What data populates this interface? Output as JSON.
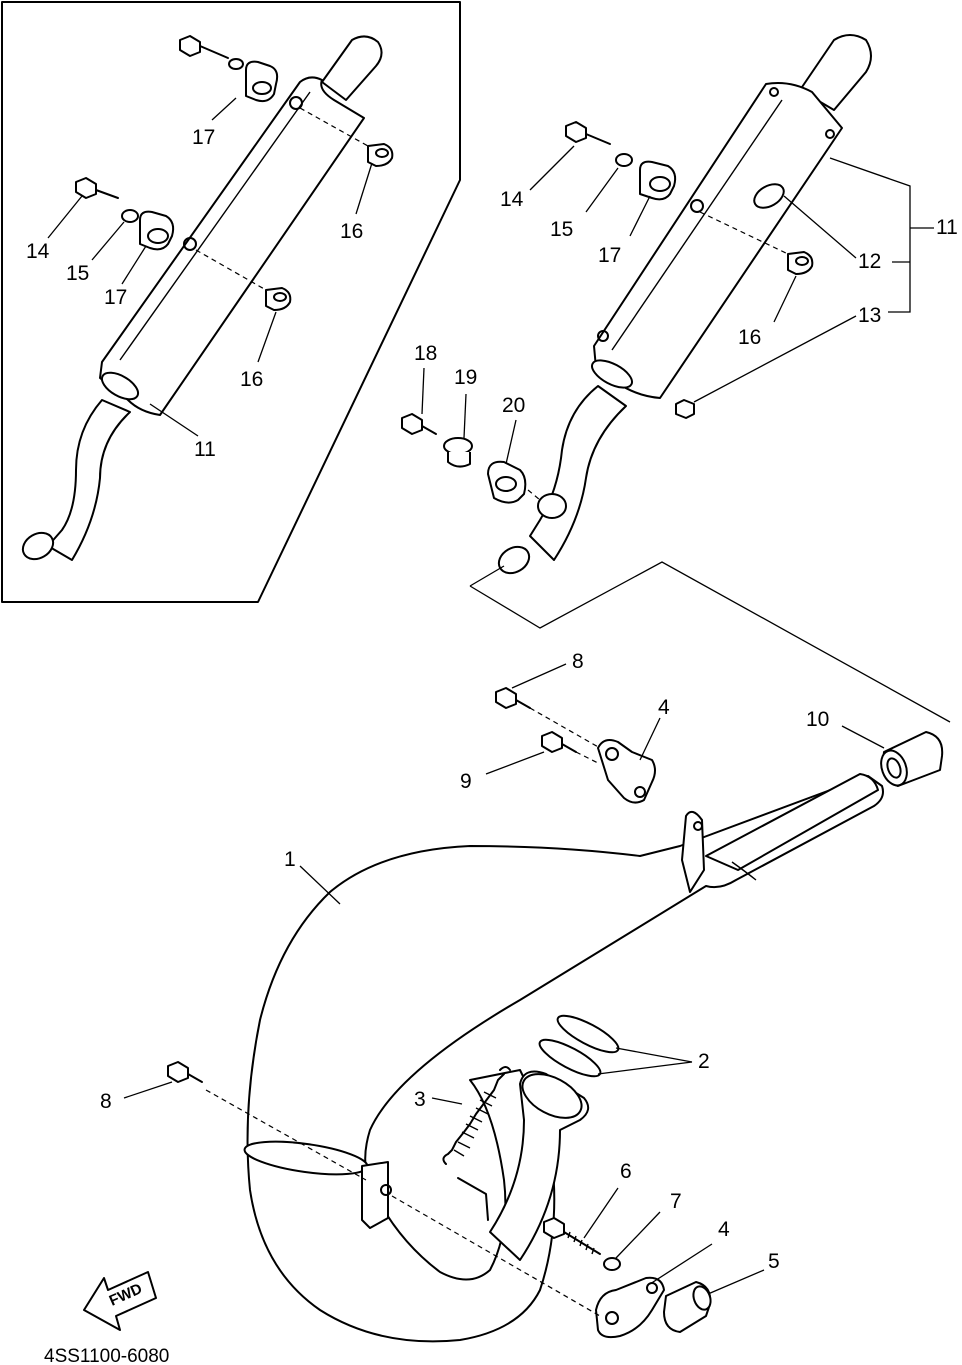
{
  "drawing_code": "4SS1100-6080",
  "fwd_label": "FWD",
  "callouts": {
    "c1": "1",
    "c2": "2",
    "c3": "3",
    "c4a": "4",
    "c4b": "4",
    "c5": "5",
    "c6": "6",
    "c7": "7",
    "c8a": "8",
    "c8b": "8",
    "c9": "9",
    "c10": "10",
    "c11a": "11",
    "c11b": "11",
    "c12": "12",
    "c13": "13",
    "c14a": "14",
    "c14b": "14",
    "c15a": "15",
    "c15b": "15",
    "c16a": "16",
    "c16b": "16",
    "c17a": "17",
    "c17b": "17",
    "c17c": "17",
    "c18": "18",
    "c19": "19",
    "c20": "20"
  }
}
